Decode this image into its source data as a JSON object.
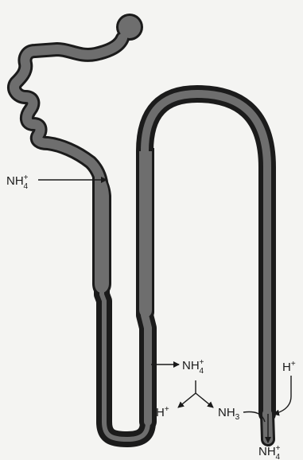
{
  "colors": {
    "tubule_fill": "#6e6e6e",
    "tubule_stroke": "#1b1b1b",
    "background": "#f4f4f2",
    "ink": "#1a1a1a"
  },
  "labels": {
    "nh4_secretion": {
      "base": "NH",
      "sub": "4",
      "sup": "+"
    },
    "nh4_interstitium": {
      "base": "NH",
      "sub": "4",
      "sup": "+"
    },
    "h_left": {
      "base": "H",
      "sup": "+"
    },
    "nh3": {
      "base": "NH",
      "sub": "3"
    },
    "h_right": {
      "base": "H",
      "sup": "+"
    },
    "nh4_urine": {
      "base": "NH",
      "sub": "4",
      "sup": "+"
    }
  }
}
